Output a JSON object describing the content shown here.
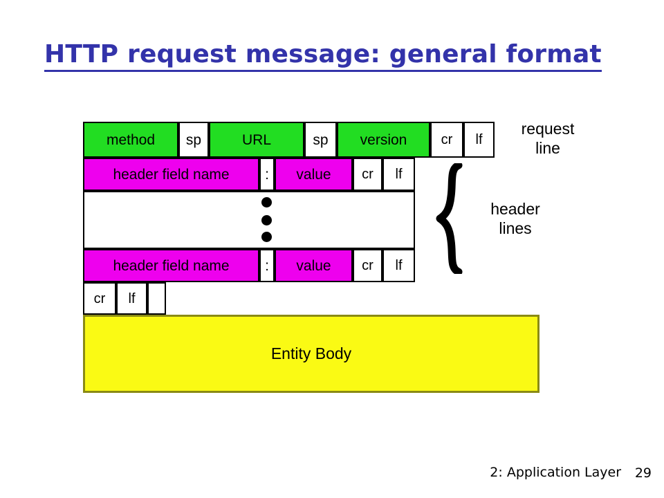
{
  "slide": {
    "title": "HTTP request message: general format",
    "title_color": "#3333aa"
  },
  "colors": {
    "request_line": "#22dd22",
    "header_line": "#ee00ee",
    "entity_body": "#fafa14",
    "entity_body_border": "#8a8a14",
    "plain": "#ffffff",
    "outline": "#000000"
  },
  "diagram": {
    "request_line": {
      "cells": [
        {
          "label": "method",
          "fill": "green"
        },
        {
          "label": "sp",
          "fill": "plain"
        },
        {
          "label": "URL",
          "fill": "green"
        },
        {
          "label": "sp",
          "fill": "plain"
        },
        {
          "label": "version",
          "fill": "green"
        },
        {
          "label": "cr",
          "fill": "plain"
        },
        {
          "label": "lf",
          "fill": "plain"
        }
      ]
    },
    "header_line_first": {
      "cells": [
        {
          "label": "header field name",
          "fill": "magenta"
        },
        {
          "label": ":",
          "fill": "plain"
        },
        {
          "label": "value",
          "fill": "magenta"
        },
        {
          "label": "cr",
          "fill": "plain"
        },
        {
          "label": "lf",
          "fill": "plain"
        }
      ]
    },
    "ellipsis_row": {
      "dots": 3
    },
    "header_line_last": {
      "cells": [
        {
          "label": "header field name",
          "fill": "magenta"
        },
        {
          "label": ":",
          "fill": "plain"
        },
        {
          "label": "value",
          "fill": "magenta"
        },
        {
          "label": "cr",
          "fill": "plain"
        },
        {
          "label": "lf",
          "fill": "plain"
        }
      ]
    },
    "blank_line": {
      "cells": [
        {
          "label": "cr",
          "fill": "plain"
        },
        {
          "label": "lf",
          "fill": "plain"
        },
        {
          "label": "",
          "fill": "plain"
        }
      ]
    },
    "entity_body": {
      "label": "Entity Body"
    },
    "annotations": {
      "request_line_label": {
        "line1": "request",
        "line2": "line"
      },
      "header_lines_label": {
        "line1": "header",
        "line2": "lines"
      },
      "brace_icon": "curly-brace-icon"
    }
  },
  "footer": {
    "chapter": "2: Application Layer",
    "page": "29"
  }
}
